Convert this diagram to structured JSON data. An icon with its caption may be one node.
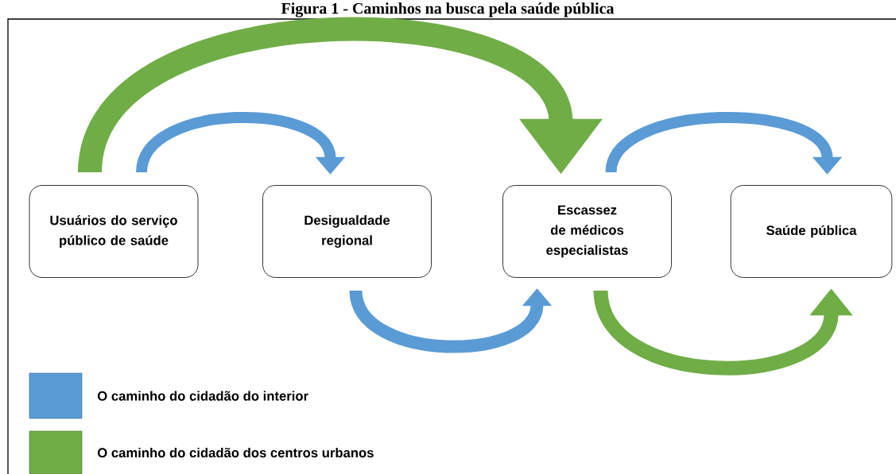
{
  "diagram": {
    "title": "Figura 1 - Caminhos na busca pela saúde pública",
    "nodes": [
      {
        "text": [
          "Usuários do serviço público de saúde"
        ]
      },
      {
        "text": [
          "Desigualdade regional"
        ]
      },
      {
        "text": [
          "Escassez de médicos especialistas"
        ]
      },
      {
        "text": [
          "Saúde pública"
        ]
      }
    ],
    "edges": [
      {
        "from": 0,
        "to": 2,
        "arrow": "to",
        "style": "thick",
        "color": "#70ad47"
      },
      {
        "from": 0,
        "to": 1,
        "arrow": "to"
      },
      {
        "from": 2,
        "to": 3,
        "arrow": "to"
      },
      {
        "from": 1,
        "to": 2,
        "arrow": "to"
      },
      {
        "from": 2,
        "to": 3,
        "arrow": "to",
        "color": "#70ad47"
      }
    ],
    "legend": [
      {
        "text": "O caminho do cidadão do interior",
        "color": "#5b9bd5"
      },
      {
        "text": "O caminho do cidadão dos centros urbanos",
        "color": "#70ad47"
      }
    ]
  }
}
